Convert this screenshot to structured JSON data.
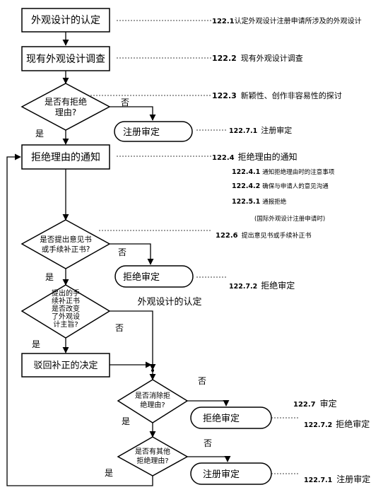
{
  "nodes": {
    "design_approval_top": "外观设计的认定",
    "existing_design_check": "现有外观设计调查",
    "q_reject_reason_l1": "是否有拒绝",
    "q_reject_reason_l2": "理由?",
    "register_review_1": "注册审定",
    "notice_of_reason": "拒绝理由的通知",
    "q_opinion_l1": "是否提出意见书",
    "q_opinion_l2": "或手续补正书?",
    "reject_review_1": "拒绝审定",
    "design_approval_mid": "外观设计的认定",
    "q_amend_l1": "提出的手",
    "q_amend_l2": "续补正书",
    "q_amend_l3": "是否改变",
    "q_amend_l4": "了外观设",
    "q_amend_l5": "计主旨?",
    "dismiss_amend": "驳回补正的决定",
    "q_eliminate_l1": "是否消除拒",
    "q_eliminate_l2": "绝理由?",
    "reject_review_2": "拒绝审定",
    "q_other_l1": "是否有其他",
    "q_other_l2": "拒绝理由?",
    "register_review_2": "注册审定"
  },
  "branch_labels": {
    "no_1": "否",
    "yes_1": "是",
    "no_2": "否",
    "yes_2": "是",
    "no_3": "否",
    "yes_3": "是",
    "no_4": "否",
    "yes_4": "是",
    "no_5": "否",
    "yes_5": "是"
  },
  "refs": {
    "r1_num": "122.1",
    "r1_text": "认定外观设计注册申请所涉及的外观设计",
    "r2_num": "122.2",
    "r2_text": "现有外观设计调查",
    "r3_num": "122.3",
    "r3_text": "新颖性、创作非容易性的探讨",
    "r4_num": "122.7.1",
    "r4_text": "注册审定",
    "r5_num": "122.4",
    "r5_text": "拒绝理由的通知",
    "r6_num": "122.4.1",
    "r6_text": "通知拒绝理由时的注意事项",
    "r7_num": "122.4.2",
    "r7_text": "确保与申请人的意见沟通",
    "r8_num": "122.5.1",
    "r8_text": "通报拒绝",
    "r9_text": "(国际外观设计注册申请时)",
    "r10_num": "122.6",
    "r10_text": "提出意见书或手续补正书",
    "r11_num": "122.7.2",
    "r11_text": "拒绝审定",
    "r12_num": "122.7",
    "r12_text": "审定",
    "r13_num": "122.7.2",
    "r13_text": "拒绝审定",
    "r14_num": "122.7.1",
    "r14_text": "注册审定"
  }
}
